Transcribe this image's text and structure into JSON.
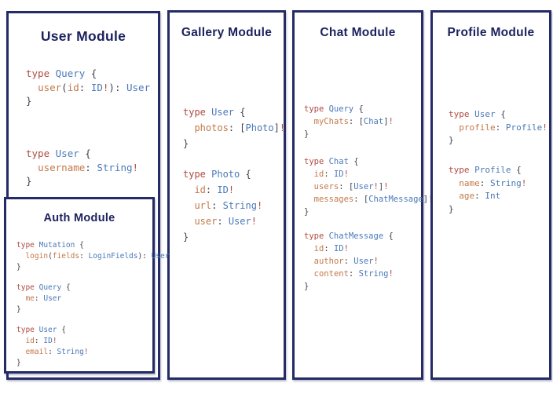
{
  "colors": {
    "border_navy": "#252b66",
    "heading_navy": "#1b215e",
    "code_keyword_red": "#b04b42",
    "code_type_blue": "#4a79b8",
    "code_field_orange": "#c3794a",
    "code_punct_dark": "#40414f",
    "background": "#ffffff"
  },
  "modules": {
    "user": {
      "title": "User Module",
      "code": [
        [
          [
            [
              "r",
              "type "
            ],
            [
              "b",
              "Query "
            ],
            [
              "p",
              "{"
            ]
          ],
          [
            [
              "p",
              "  "
            ],
            [
              "o",
              "user"
            ],
            [
              "p",
              "("
            ],
            [
              "o",
              "id"
            ],
            [
              "p",
              ": "
            ],
            [
              "b",
              "ID"
            ],
            [
              "r",
              "!"
            ],
            [
              "p",
              "): "
            ],
            [
              "b",
              "User"
            ]
          ],
          [
            [
              "p",
              "}"
            ]
          ]
        ],
        [
          [
            [
              "r",
              "type "
            ],
            [
              "b",
              "User "
            ],
            [
              "p",
              "{"
            ]
          ],
          [
            [
              "p",
              "  "
            ],
            [
              "o",
              "username"
            ],
            [
              "p",
              ": "
            ],
            [
              "b",
              "String"
            ],
            [
              "r",
              "!"
            ]
          ],
          [
            [
              "p",
              "}"
            ]
          ]
        ]
      ]
    },
    "auth": {
      "title": "Auth Module",
      "code": [
        [
          [
            [
              "r",
              "type "
            ],
            [
              "b",
              "Mutation "
            ],
            [
              "p",
              "{"
            ]
          ],
          [
            [
              "p",
              "  "
            ],
            [
              "o",
              "login"
            ],
            [
              "p",
              "("
            ],
            [
              "o",
              "fields"
            ],
            [
              "p",
              ": "
            ],
            [
              "b",
              "LoginFields"
            ],
            [
              "p",
              "): "
            ],
            [
              "b",
              "User"
            ]
          ],
          [
            [
              "p",
              "}"
            ]
          ]
        ],
        [
          [
            [
              "r",
              "type "
            ],
            [
              "b",
              "Query "
            ],
            [
              "p",
              "{"
            ]
          ],
          [
            [
              "p",
              "  "
            ],
            [
              "o",
              "me"
            ],
            [
              "p",
              ": "
            ],
            [
              "b",
              "User"
            ]
          ],
          [
            [
              "p",
              "}"
            ]
          ]
        ],
        [
          [
            [
              "r",
              "type "
            ],
            [
              "b",
              "User "
            ],
            [
              "p",
              "{"
            ]
          ],
          [
            [
              "p",
              "  "
            ],
            [
              "o",
              "id"
            ],
            [
              "p",
              ": "
            ],
            [
              "b",
              "ID"
            ],
            [
              "r",
              "!"
            ]
          ],
          [
            [
              "p",
              "  "
            ],
            [
              "o",
              "email"
            ],
            [
              "p",
              ": "
            ],
            [
              "b",
              "String"
            ],
            [
              "r",
              "!"
            ]
          ],
          [
            [
              "p",
              "}"
            ]
          ]
        ]
      ]
    },
    "gallery": {
      "title": "Gallery Module",
      "code": [
        [
          [
            [
              "r",
              "type "
            ],
            [
              "b",
              "User "
            ],
            [
              "p",
              "{"
            ]
          ],
          [
            [
              "p",
              "  "
            ],
            [
              "o",
              "photos"
            ],
            [
              "p",
              ": ["
            ],
            [
              "b",
              "Photo"
            ],
            [
              "p",
              "]"
            ],
            [
              "r",
              "!"
            ]
          ],
          [
            [
              "p",
              "}"
            ]
          ]
        ],
        [
          [
            [
              "r",
              "type "
            ],
            [
              "b",
              "Photo "
            ],
            [
              "p",
              "{"
            ]
          ],
          [
            [
              "p",
              "  "
            ],
            [
              "o",
              "id"
            ],
            [
              "p",
              ": "
            ],
            [
              "b",
              "ID"
            ],
            [
              "r",
              "!"
            ]
          ],
          [
            [
              "p",
              "  "
            ],
            [
              "o",
              "url"
            ],
            [
              "p",
              ": "
            ],
            [
              "b",
              "String"
            ],
            [
              "r",
              "!"
            ]
          ],
          [
            [
              "p",
              "  "
            ],
            [
              "o",
              "user"
            ],
            [
              "p",
              ": "
            ],
            [
              "b",
              "User"
            ],
            [
              "r",
              "!"
            ]
          ],
          [
            [
              "p",
              "}"
            ]
          ]
        ]
      ]
    },
    "chat": {
      "title": "Chat Module",
      "code": [
        [
          [
            [
              "r",
              "type "
            ],
            [
              "b",
              "Query "
            ],
            [
              "p",
              "{"
            ]
          ],
          [
            [
              "p",
              "  "
            ],
            [
              "o",
              "myChats"
            ],
            [
              "p",
              ": ["
            ],
            [
              "b",
              "Chat"
            ],
            [
              "p",
              "]"
            ],
            [
              "r",
              "!"
            ]
          ],
          [
            [
              "p",
              "}"
            ]
          ]
        ],
        [
          [
            [
              "r",
              "type "
            ],
            [
              "b",
              "Chat "
            ],
            [
              "p",
              "{"
            ]
          ],
          [
            [
              "p",
              "  "
            ],
            [
              "o",
              "id"
            ],
            [
              "p",
              ": "
            ],
            [
              "b",
              "ID"
            ],
            [
              "r",
              "!"
            ]
          ],
          [
            [
              "p",
              "  "
            ],
            [
              "o",
              "users"
            ],
            [
              "p",
              ": ["
            ],
            [
              "b",
              "User"
            ],
            [
              "r",
              "!"
            ],
            [
              "p",
              "]"
            ],
            [
              "r",
              "!"
            ]
          ],
          [
            [
              "p",
              "  "
            ],
            [
              "o",
              "messages"
            ],
            [
              "p",
              ": ["
            ],
            [
              "b",
              "ChatMessage"
            ],
            [
              "p",
              "]"
            ],
            [
              "r",
              "!"
            ]
          ],
          [
            [
              "p",
              "}"
            ]
          ]
        ],
        [
          [
            [
              "r",
              "type "
            ],
            [
              "b",
              "ChatMessage "
            ],
            [
              "p",
              "{"
            ]
          ],
          [
            [
              "p",
              "  "
            ],
            [
              "o",
              "id"
            ],
            [
              "p",
              ": "
            ],
            [
              "b",
              "ID"
            ],
            [
              "r",
              "!"
            ]
          ],
          [
            [
              "p",
              "  "
            ],
            [
              "o",
              "author"
            ],
            [
              "p",
              ": "
            ],
            [
              "b",
              "User"
            ],
            [
              "r",
              "!"
            ]
          ],
          [
            [
              "p",
              "  "
            ],
            [
              "o",
              "content"
            ],
            [
              "p",
              ": "
            ],
            [
              "b",
              "String"
            ],
            [
              "r",
              "!"
            ]
          ],
          [
            [
              "p",
              "}"
            ]
          ]
        ]
      ]
    },
    "profile": {
      "title": "Profile Module",
      "code": [
        [
          [
            [
              "r",
              "type "
            ],
            [
              "b",
              "User "
            ],
            [
              "p",
              "{"
            ]
          ],
          [
            [
              "p",
              "  "
            ],
            [
              "o",
              "profile"
            ],
            [
              "p",
              ": "
            ],
            [
              "b",
              "Profile"
            ],
            [
              "r",
              "!"
            ]
          ],
          [
            [
              "p",
              "}"
            ]
          ]
        ],
        [
          [
            [
              "r",
              "type "
            ],
            [
              "b",
              "Profile "
            ],
            [
              "p",
              "{"
            ]
          ],
          [
            [
              "p",
              "  "
            ],
            [
              "o",
              "name"
            ],
            [
              "p",
              ": "
            ],
            [
              "b",
              "String"
            ],
            [
              "r",
              "!"
            ]
          ],
          [
            [
              "p",
              "  "
            ],
            [
              "o",
              "age"
            ],
            [
              "p",
              ": "
            ],
            [
              "b",
              "Int"
            ]
          ],
          [
            [
              "p",
              "}"
            ]
          ]
        ]
      ]
    }
  }
}
